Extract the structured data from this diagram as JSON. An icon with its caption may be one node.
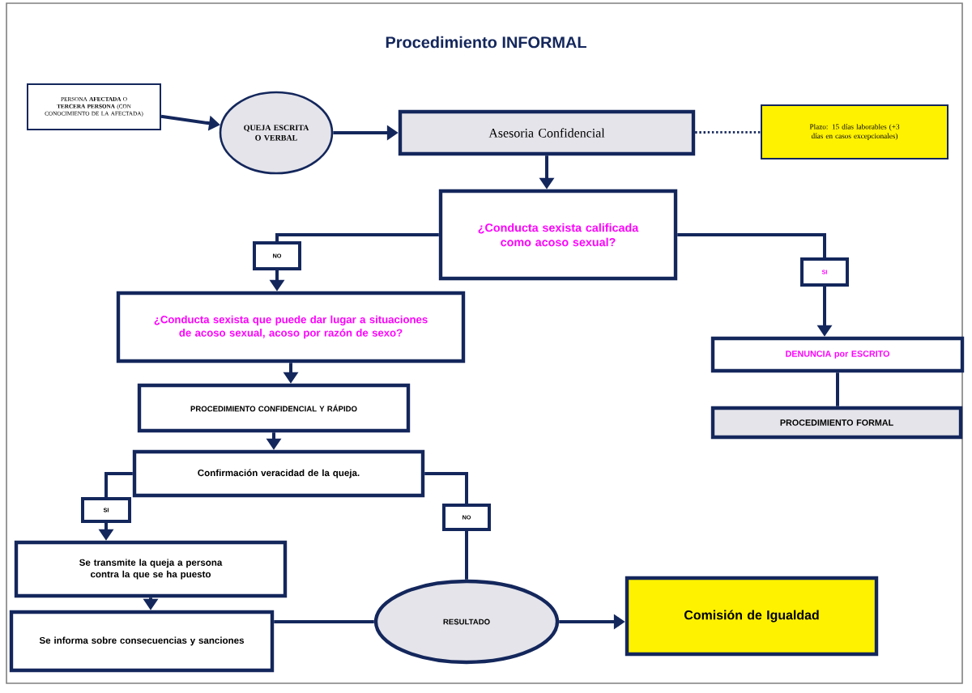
{
  "diagram": {
    "title": "Procedimiento INFORMAL",
    "nodes": [
      {
        "text": [
          "PERSONA **AFECTADA** O **TERCERA PERSONA** (CON CONOCIMIENTO DE LA AFECTADA)"
        ]
      },
      {
        "text": [
          "QUEJA ESCRITA O VERBAL"
        ]
      },
      {
        "text": [
          "Asesoria Confidencial"
        ]
      },
      {
        "text": [
          "Plazo: 15 días laborables (+3 días en casos excepcionales)"
        ]
      },
      {
        "text": [
          "¿Conducta sexista calificada como acoso sexual?"
        ]
      },
      {
        "text": [
          "NO"
        ]
      },
      {
        "text": [
          "SI"
        ]
      },
      {
        "text": [
          "¿Conducta sexista que puede dar lugar a situaciones de acoso sexual, acoso por razón de sexo?"
        ]
      },
      {
        "text": [
          "PROCEDIMIENTO CONFIDENCIAL Y RÁPIDO"
        ]
      },
      {
        "text": [
          "Confirmación veracidad de la queja."
        ]
      },
      {
        "text": [
          "SI"
        ]
      },
      {
        "text": [
          "NO"
        ]
      },
      {
        "text": [
          "Se transmite la queja a persona contra la que se ha puesto"
        ]
      },
      {
        "text": [
          "Se informa sobre consecuencias y sanciones"
        ]
      },
      {
        "text": [
          "RESULTADO"
        ]
      },
      {
        "text": [
          "Comisión de Igualdad"
        ]
      },
      {
        "text": [
          "DENUNCIA por ESCRITO"
        ]
      },
      {
        "text": [
          "PROCEDIMIENTO FORMAL"
        ]
      }
    ],
    "edges": [
      {
        "from": 0,
        "to": 1,
        "arrow": "to"
      },
      {
        "from": 1,
        "to": 2,
        "arrow": "to"
      },
      {
        "from": 2,
        "to": 3,
        "arrow": "none",
        "style": "dashed"
      },
      {
        "from": 2,
        "to": 4,
        "arrow": "to"
      },
      {
        "from": 4,
        "to": 5,
        "arrow": "none"
      },
      {
        "from": 5,
        "to": 7,
        "arrow": "to"
      },
      {
        "from": 4,
        "to": 6,
        "arrow": "none"
      },
      {
        "from": 6,
        "to": 16,
        "arrow": "to"
      },
      {
        "from": 16,
        "to": 17,
        "arrow": "none"
      },
      {
        "from": 7,
        "to": 8,
        "arrow": "to"
      },
      {
        "from": 8,
        "to": 9,
        "arrow": "to"
      },
      {
        "from": 9,
        "to": 10,
        "arrow": "none"
      },
      {
        "from": 10,
        "to": 12,
        "arrow": "to"
      },
      {
        "from": 9,
        "to": 11,
        "arrow": "none"
      },
      {
        "from": 11,
        "to": 14,
        "arrow": "none"
      },
      {
        "from": 12,
        "to": 13,
        "arrow": "to"
      },
      {
        "from": 13,
        "to": 14,
        "arrow": "none"
      },
      {
        "from": 14,
        "to": 15,
        "arrow": "to"
      }
    ]
  }
}
